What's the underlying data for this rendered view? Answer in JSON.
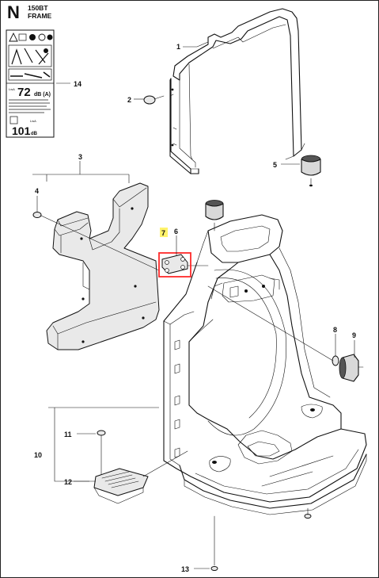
{
  "header": {
    "section_letter": "N",
    "model": "150BT",
    "title": "FRAME"
  },
  "label_panel": {
    "noise_lwa": "72",
    "noise_unit": "dB (A)",
    "sound_power": "101",
    "sound_power_unit": "dB",
    "lwa_tag": "LwA"
  },
  "callouts": [
    "1",
    "2",
    "3",
    "4",
    "5",
    "6",
    "7",
    "8",
    "9",
    "10",
    "11",
    "12",
    "13",
    "14"
  ],
  "highlight": {
    "callout": "7",
    "color": "#ff2a2a",
    "marker_color": "#fff36b"
  }
}
